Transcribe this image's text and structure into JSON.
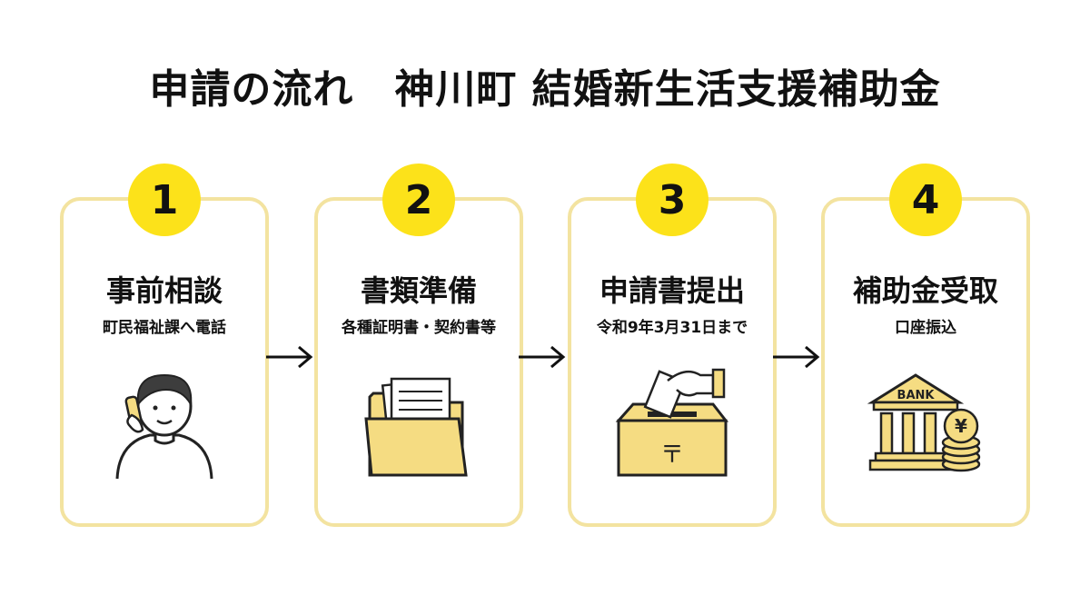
{
  "title": "申請の流れ　神川町 結婚新生活支援補助金",
  "steps": [
    {
      "number": "1",
      "title": "事前相談",
      "subtitle": "町民福祉課へ電話",
      "icon": "person-phone-icon"
    },
    {
      "number": "2",
      "title": "書類準備",
      "subtitle": "各種証明書・契約書等",
      "icon": "folder-documents-icon"
    },
    {
      "number": "3",
      "title": "申請書提出",
      "subtitle": "令和9年3月31日まで",
      "icon": "ballot-box-icon"
    },
    {
      "number": "4",
      "title": "補助金受取",
      "subtitle": "口座振込",
      "icon": "bank-coins-icon"
    }
  ],
  "bank_sign": "BANK",
  "postal_mark": "〒",
  "yen_mark": "¥",
  "colors": {
    "accent": "#fce21a",
    "border": "#f3e3a0",
    "illustration": "#f5dc82",
    "text": "#111111"
  }
}
